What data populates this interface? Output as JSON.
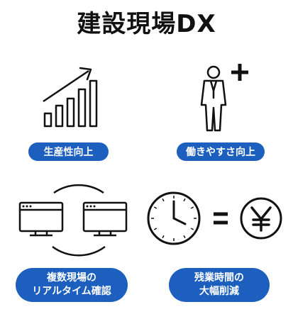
{
  "title": "建設現場DX",
  "items": [
    {
      "icon": "growth-chart-icon",
      "label": "生産性向上"
    },
    {
      "icon": "worker-plus-icon",
      "label": "働きやすさ向上"
    },
    {
      "icon": "remote-monitors-icon",
      "label_line1": "複数現場の",
      "label_line2": "リアルタイム確認"
    },
    {
      "icon": "clock-equals-yen-icon",
      "label_line1": "残業時間の",
      "label_line2": "大幅削減"
    }
  ],
  "colors": {
    "accent": "#1d5fbf",
    "text": "#111111"
  }
}
